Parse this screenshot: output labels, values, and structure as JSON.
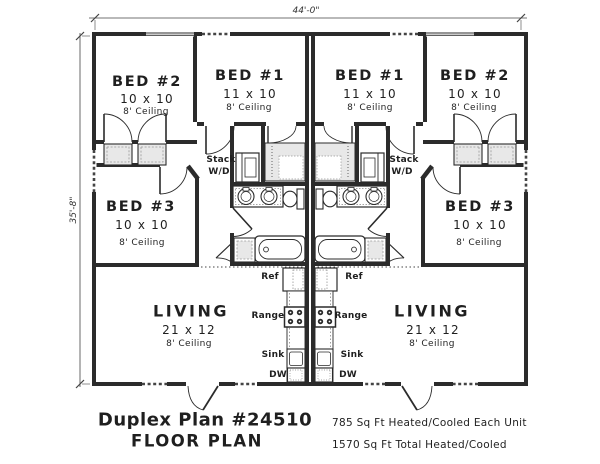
{
  "title_block": {
    "plan_name": "Duplex Plan #24510",
    "drawing_name": "FLOOR PLAN",
    "sqft_each_unit": "785 Sq Ft Heated/Cooled Each Unit",
    "sqft_total": "1570 Sq Ft Total Heated/Cooled"
  },
  "dimensions": {
    "overall_width": "44'-0\"",
    "overall_depth": "35'-8\""
  },
  "room_labels": {
    "bed1": {
      "name": "BED #1",
      "size": "11 x 10",
      "ceiling": "8' Ceiling"
    },
    "bed2": {
      "name": "BED #2",
      "size": "10 x 10",
      "ceiling": "8' Ceiling"
    },
    "bed3": {
      "name": "BED #3",
      "size": "10 x 10",
      "ceiling": "8' Ceiling"
    },
    "living": {
      "name": "LIVING",
      "size": "21 x 12",
      "ceiling": "8' Ceiling"
    }
  },
  "fixture_labels": {
    "stack": "Stack",
    "wd": "W/D",
    "ref": "Ref",
    "range": "Range",
    "sink": "Sink",
    "dw": "DW"
  },
  "colors": {
    "ink": "#2b2b2b",
    "closet_fill": "#e8e8e8",
    "paper": "#ffffff"
  }
}
